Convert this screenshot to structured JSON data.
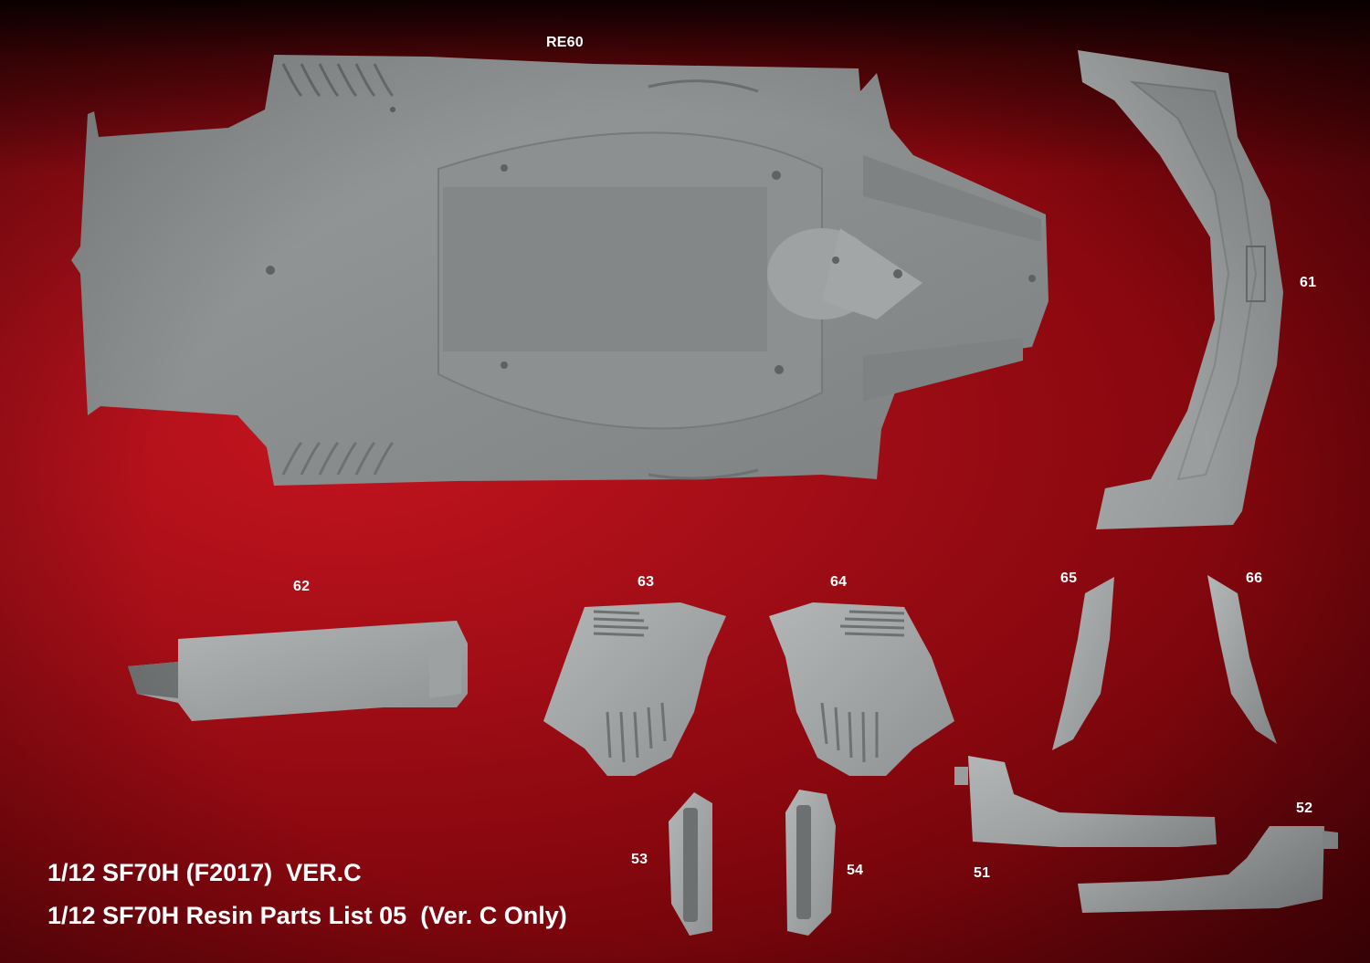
{
  "colors": {
    "background": "#a50e17",
    "part": "#8e9192",
    "part_light": "#a4a7a8",
    "text": "#ffffff"
  },
  "labels": {
    "re60": "RE60",
    "p61": "61",
    "p62": "62",
    "p63": "63",
    "p64": "64",
    "p65": "65",
    "p66": "66",
    "p53": "53",
    "p54": "54",
    "p51": "51",
    "p52": "52"
  },
  "caption": {
    "line1": "1/12 SF70H (F2017)  VER.C",
    "line2": "1/12 SF70H Resin Parts List 05  (Ver. C Only)"
  }
}
